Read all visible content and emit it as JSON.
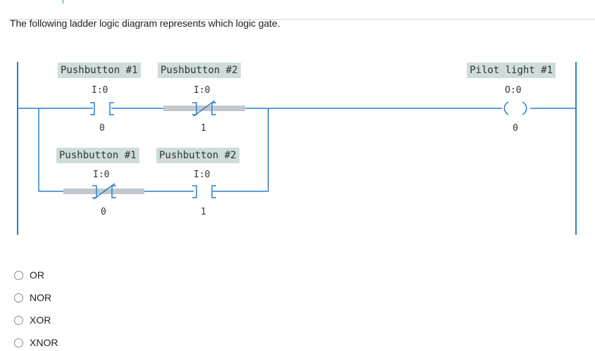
{
  "question": "The following ladder logic diagram represents which logic gate.",
  "diagram": {
    "rung1": [
      {
        "tag": "Pushbutton #1",
        "address": "I:0",
        "bit": "0",
        "type": "NO"
      },
      {
        "tag": "Pushbutton #2",
        "address": "I:0",
        "bit": "1",
        "type": "NC"
      }
    ],
    "rung2": [
      {
        "tag": "Pushbutton #1",
        "address": "I:0",
        "bit": "0",
        "type": "NC"
      },
      {
        "tag": "Pushbutton #2",
        "address": "I:0",
        "bit": "1",
        "type": "NO"
      }
    ],
    "output": {
      "tag": "Pilot light #1",
      "address": "O:0",
      "bit": "0"
    }
  },
  "options": [
    {
      "label": "OR"
    },
    {
      "label": "NOR"
    },
    {
      "label": "XOR"
    },
    {
      "label": "XNOR"
    }
  ]
}
